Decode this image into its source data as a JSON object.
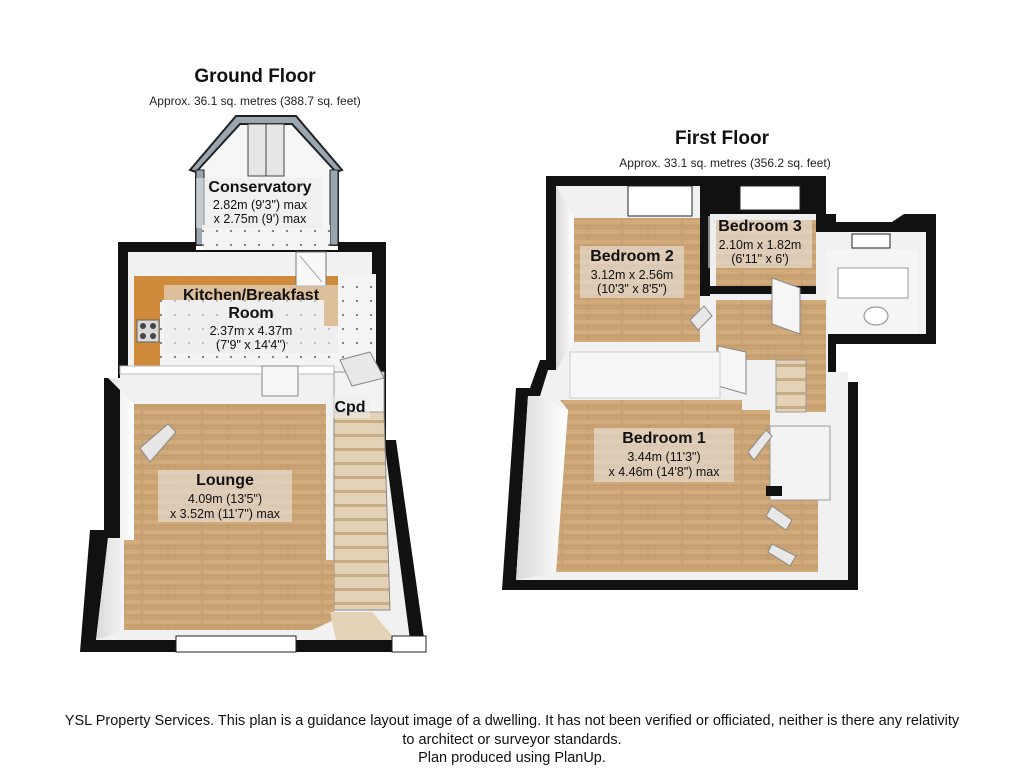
{
  "ground_floor": {
    "title": "Ground Floor",
    "area": "Approx.  36.1 sq. metres (388.7 sq. feet)",
    "rooms": {
      "conservatory": {
        "name": "Conservatory",
        "dim1": "2.82m (9'3\") max",
        "dim2": "x 2.75m (9') max"
      },
      "kitchen": {
        "name1": "Kitchen/Breakfast",
        "name2": "Room",
        "dim1": "2.37m x 4.37m",
        "dim2": "(7'9\" x 14'4\")"
      },
      "cpd": {
        "name": "Cpd"
      },
      "lounge": {
        "name": "Lounge",
        "dim1": "4.09m (13'5\")",
        "dim2": "x 3.52m (11'7\") max"
      }
    }
  },
  "first_floor": {
    "title": "First Floor",
    "area": "Approx.  33.1 sq. metres (356.2 sq. feet)",
    "rooms": {
      "bedroom2": {
        "name": "Bedroom 2",
        "dim1": "3.12m x 2.56m",
        "dim2": "(10'3\" x 8'5\")"
      },
      "bedroom3": {
        "name": "Bedroom 3",
        "dim1": "2.10m x 1.82m",
        "dim2": "(6'11\" x 6')"
      },
      "bedroom1": {
        "name": "Bedroom 1",
        "dim1": "3.44m (11'3\")",
        "dim2": "x 4.46m (14'8\") max"
      }
    }
  },
  "footer": {
    "line1": "YSL Property Services. This plan is a guidance layout image of a dwelling. It has not been verified or officiated, neither is there any relativity",
    "line2": "to architect or surveyor standards.",
    "line3": "Plan produced using PlanUp."
  },
  "colors": {
    "wall": "#111111",
    "wall_inner": "#f2f2f2",
    "floor_wood": "#c8a070",
    "floor_tile": "#ececec",
    "worktop": "#d08a3c"
  }
}
